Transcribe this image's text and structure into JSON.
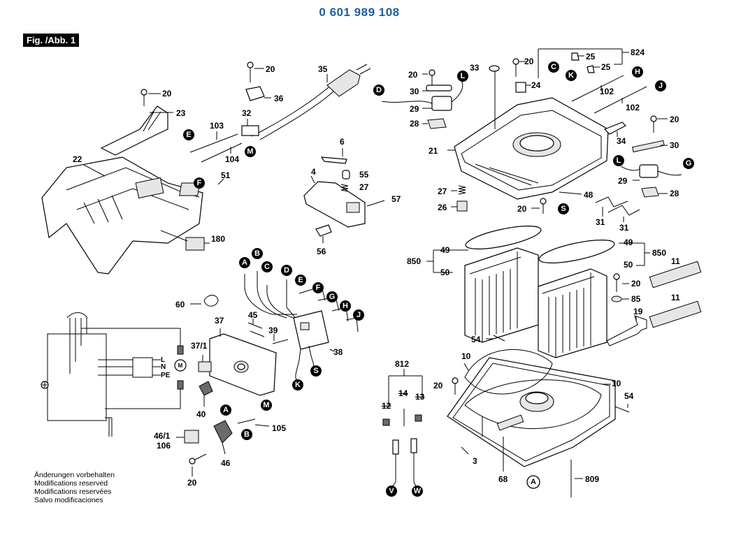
{
  "header": {
    "part_number": "0 601 989 108",
    "figure_label": "Fig. /Abb. 1"
  },
  "notes": [
    "Änderungen vorbehalten",
    "Modifications reserved",
    "Modifications reservées",
    "Salvo modificaciones"
  ],
  "callouts": {
    "c20a": "20",
    "c23": "23",
    "c22": "22",
    "c20b": "20",
    "c36": "36",
    "c35": "35",
    "c32": "32",
    "c103": "103",
    "c104": "104",
    "c51": "51",
    "c180": "180",
    "c6": "6",
    "c4": "4",
    "c55": "55",
    "c27a": "27",
    "c57": "57",
    "c56": "56",
    "c20c": "20",
    "c30a": "30",
    "c29a": "29",
    "c28a": "28",
    "c33": "33",
    "c20d": "20",
    "c24": "24",
    "c25a": "25",
    "c25b": "25",
    "c824": "824",
    "c102a": "102",
    "c102b": "102",
    "c21": "21",
    "c27b": "27",
    "c26": "26",
    "c20e": "20",
    "c48": "48",
    "c20f": "20",
    "c34": "34",
    "c30b": "30",
    "c29b": "29",
    "c28b": "28",
    "c31a": "31",
    "c31b": "31",
    "c49a": "49",
    "c850a": "850",
    "c50a": "50",
    "c49b": "49",
    "c850b": "850",
    "c50b": "50",
    "c11a": "11",
    "c11b": "11",
    "c20g": "20",
    "c85": "85",
    "c19": "19",
    "c54a": "54",
    "c60": "60",
    "c45": "45",
    "c39": "39",
    "c37": "37",
    "c37_1": "37/1",
    "c38": "38",
    "c40": "40",
    "c105": "105",
    "c46_1": "46/1",
    "c106": "106",
    "c46": "46",
    "c20h": "20",
    "c812": "812",
    "c14": "14",
    "c12": "12",
    "c13": "13",
    "c10a": "10",
    "c10b": "10",
    "c20i": "20",
    "c54b": "54",
    "c3": "3",
    "c68": "68",
    "c809": "809",
    "sch_L": "L",
    "sch_N": "N",
    "sch_PE": "PE",
    "sch_M": "M"
  },
  "badges": {
    "E1": "E",
    "F1": "F",
    "M1": "M",
    "D1": "D",
    "L1": "L",
    "C1": "C",
    "K1": "K",
    "H1": "H",
    "J1": "J",
    "G1": "G",
    "L2": "L",
    "S1": "S",
    "A1": "A",
    "B1": "B",
    "C2": "C",
    "D2": "D",
    "E2": "E",
    "F2": "F",
    "G2": "G",
    "H2": "H",
    "J2": "J",
    "S2": "S",
    "K2": "K",
    "A2": "A",
    "M2": "M",
    "B2": "B",
    "V1": "V",
    "W1": "W",
    "A3": "A"
  }
}
